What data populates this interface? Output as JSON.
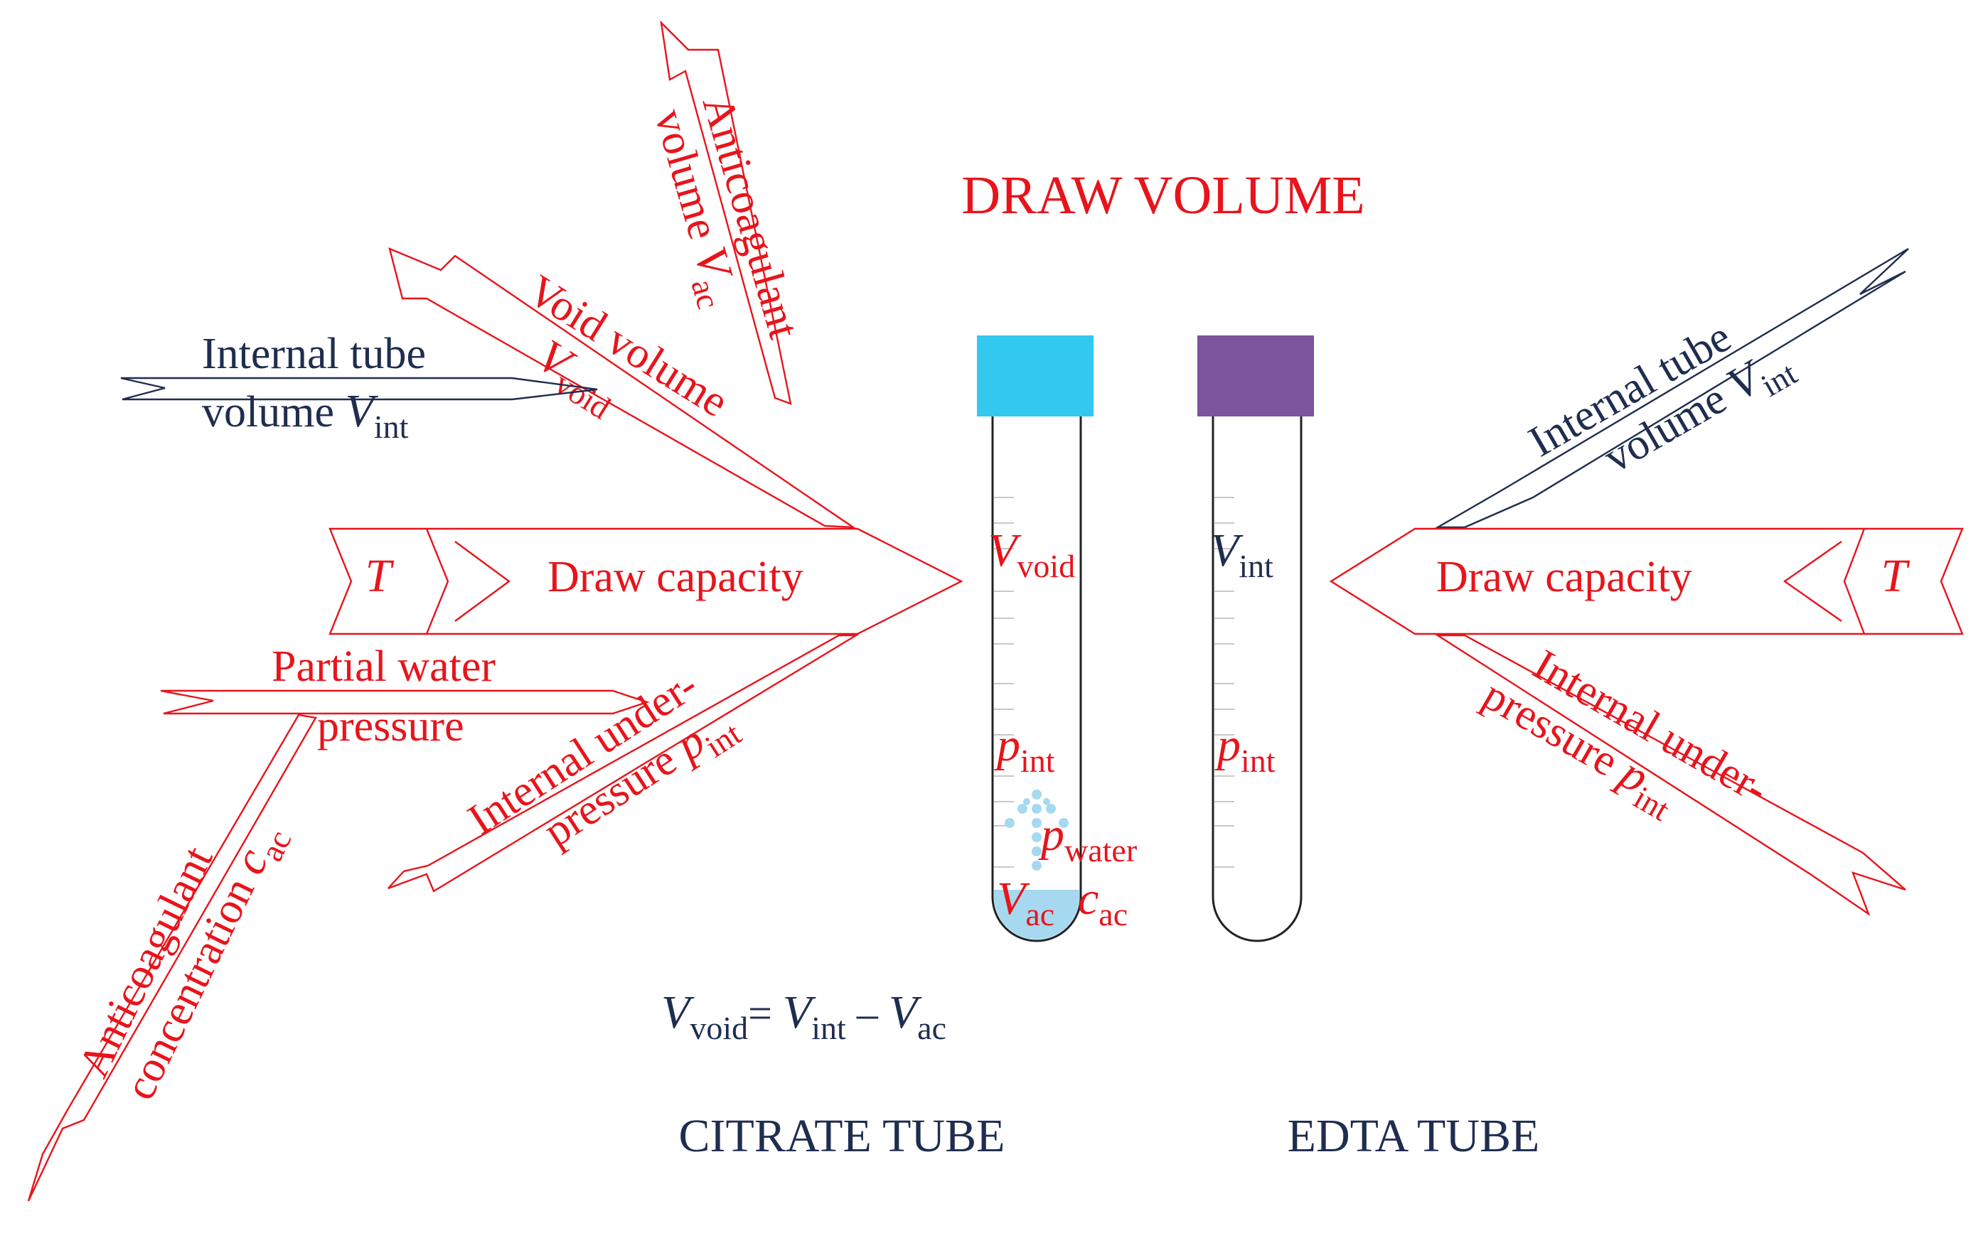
{
  "title": "DRAW VOLUME",
  "left": {
    "internal_tube": {
      "line1": "Internal tube",
      "line2": "volume ",
      "sym": "V",
      "sub": "int"
    },
    "void_volume": {
      "line1": "Void volume",
      "sym": "V",
      "sub": "void"
    },
    "anticoagulant_volume": {
      "line1": "Anticoagulant",
      "line2": "volume ",
      "sym": "V",
      "sub": "ac"
    },
    "draw_capacity": {
      "label": "Draw capacity",
      "temp": "T"
    },
    "partial_water": {
      "line1": "Partial water",
      "line2": "pressure"
    },
    "internal_underpressure": {
      "line1": "Internal under-",
      "line2": "pressure ",
      "sym": "p",
      "sub": "int"
    },
    "anticoagulant_conc": {
      "line1": "Anticoagulant",
      "line2": "concentration ",
      "sym": "c",
      "sub": "ac"
    }
  },
  "right": {
    "internal_tube": {
      "line1": "Internal tube",
      "line2": "volume ",
      "sym": "V",
      "sub": "int"
    },
    "draw_capacity": {
      "label": "Draw capacity",
      "temp": "T"
    },
    "internal_underpressure": {
      "line1": "Internal under-",
      "line2": "pressure ",
      "sym": "p",
      "sub": "int"
    }
  },
  "citrate_tube": {
    "label": "CITRATE TUBE",
    "cap_color": "#33c8f0",
    "liquid_color": "#a6d9ef",
    "v_void": {
      "sym": "V",
      "sub": "void"
    },
    "p_int": {
      "sym": "p",
      "sub": "int"
    },
    "p_water": {
      "sym": "p",
      "sub": "water"
    },
    "v_ac": {
      "sym": "V",
      "sub": "ac"
    },
    "c_ac": {
      "sym": "c",
      "sub": "ac"
    }
  },
  "edta_tube": {
    "label": "EDTA TUBE",
    "cap_color": "#7a549c",
    "v_int": {
      "sym": "V",
      "sub": "int"
    },
    "p_int": {
      "sym": "p",
      "sub": "int"
    }
  },
  "equation": {
    "v1": "V",
    "s1": "void",
    "eq": "= ",
    "v2": "V",
    "s2": "int",
    "minus": " – ",
    "v3": "V",
    "s3": "ac"
  },
  "colors": {
    "red": "#e8141c",
    "navy": "#1f2d4f"
  }
}
